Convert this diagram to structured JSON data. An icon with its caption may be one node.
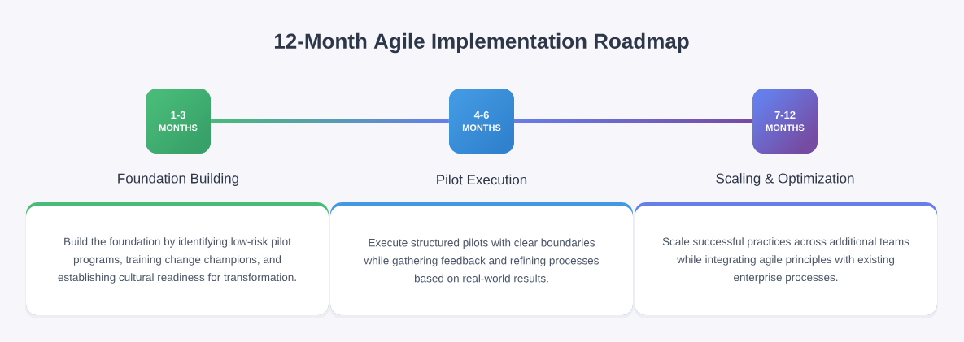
{
  "diagram": {
    "title": "12-Month Agile Implementation Roadmap",
    "nodes": [
      {
        "text": [
          "1-3",
          "MONTHS",
          "Foundation Building"
        ]
      },
      {
        "text": [
          "4-6",
          "MONTHS",
          "Pilot Execution"
        ]
      },
      {
        "text": [
          "7-12",
          "MONTHS",
          "Scaling & Optimization"
        ]
      },
      {
        "text": [
          "Build the foundation by identifying low-risk pilot programs, training change champions, and establishing cultural readiness for transformation."
        ]
      },
      {
        "text": [
          "Execute structured pilots with clear boundaries while gathering feedback and refining processes based on real-world results."
        ]
      },
      {
        "text": [
          "Scale successful practices across additional teams while integrating agile principles with existing enterprise processes."
        ]
      }
    ],
    "edges": [
      {
        "from": 0,
        "to": 1,
        "arrow": "none"
      },
      {
        "from": 1,
        "to": 2,
        "arrow": "none"
      }
    ]
  }
}
